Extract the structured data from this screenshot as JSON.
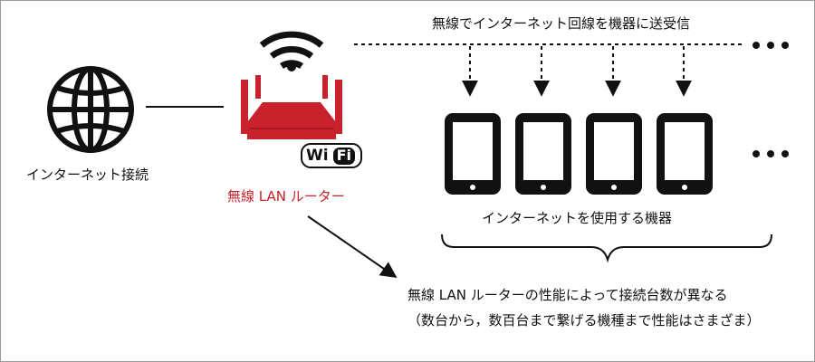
{
  "labels": {
    "internet": "インターネット接続",
    "router": "無線 LAN ルーター",
    "wireless_transmit": "無線でインターネット回線を機器に送受信",
    "devices": "インターネットを使用する機器",
    "note_line1": "無線 LAN ルーターの性能によって接続台数が異なる",
    "note_line2": "（数台から，数百台まで繋げる機種まで性能はさまざま）"
  },
  "wifi_badge": {
    "left": "Wi",
    "right": "Fi"
  },
  "colors": {
    "accent_red": "#c8232c",
    "ink": "#111111"
  },
  "icons": [
    "globe-icon",
    "router-icon",
    "wifi-signal-icon",
    "wifi-logo",
    "tablet-icon",
    "more-dots-icon"
  ]
}
